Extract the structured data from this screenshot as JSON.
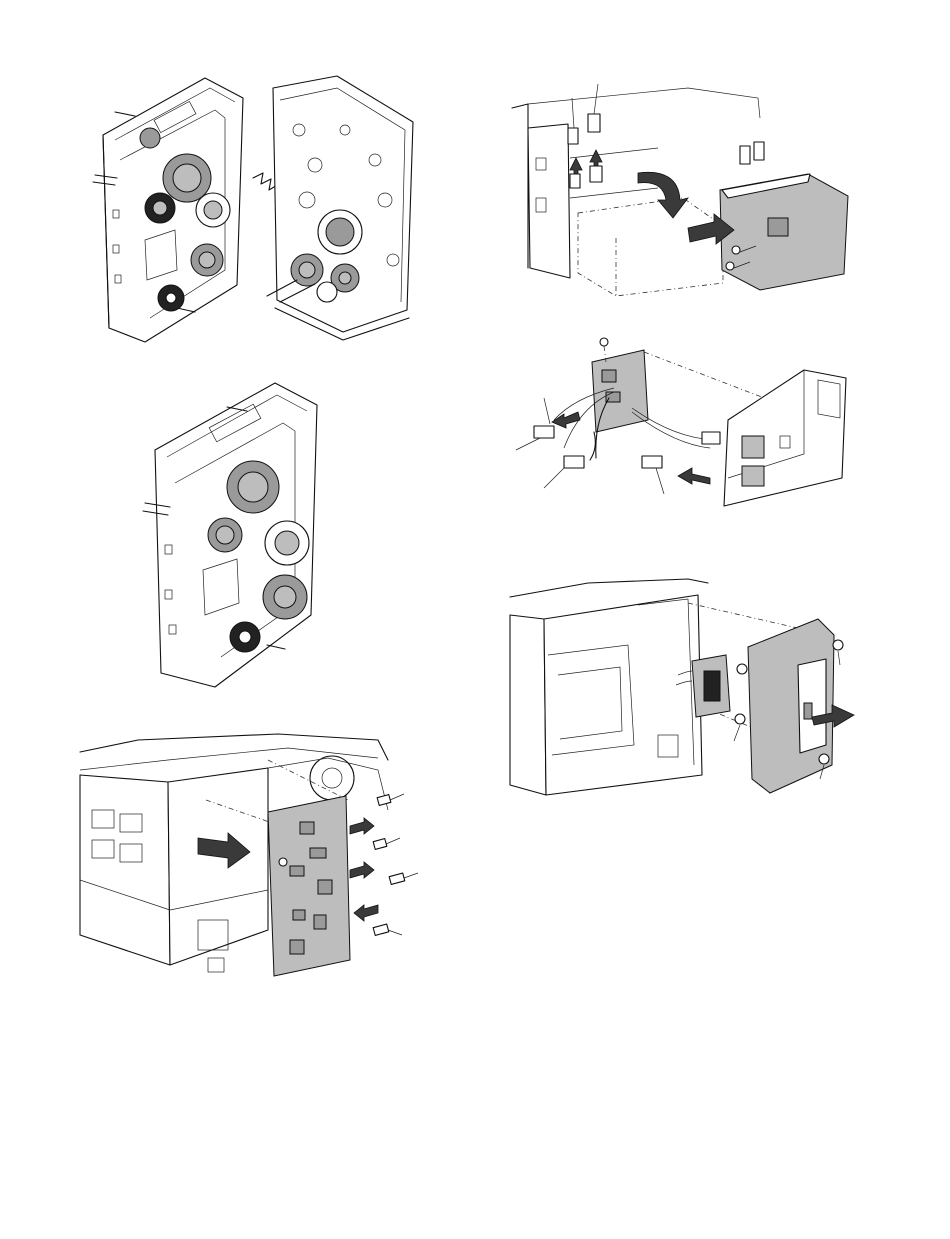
{
  "figures": [
    {
      "id": "drive-frame-exploded",
      "icon": "gear-frame-exploded-icon"
    },
    {
      "id": "drive-frame-assembled",
      "icon": "gear-frame-assembled-icon"
    },
    {
      "id": "pwb-removal",
      "icon": "pwb-removal-icon"
    },
    {
      "id": "power-unit-removal",
      "icon": "power-unit-removal-icon"
    },
    {
      "id": "power-unit-connectors",
      "icon": "power-unit-connectors-icon"
    },
    {
      "id": "side-cover-removal",
      "icon": "side-cover-removal-icon"
    }
  ]
}
